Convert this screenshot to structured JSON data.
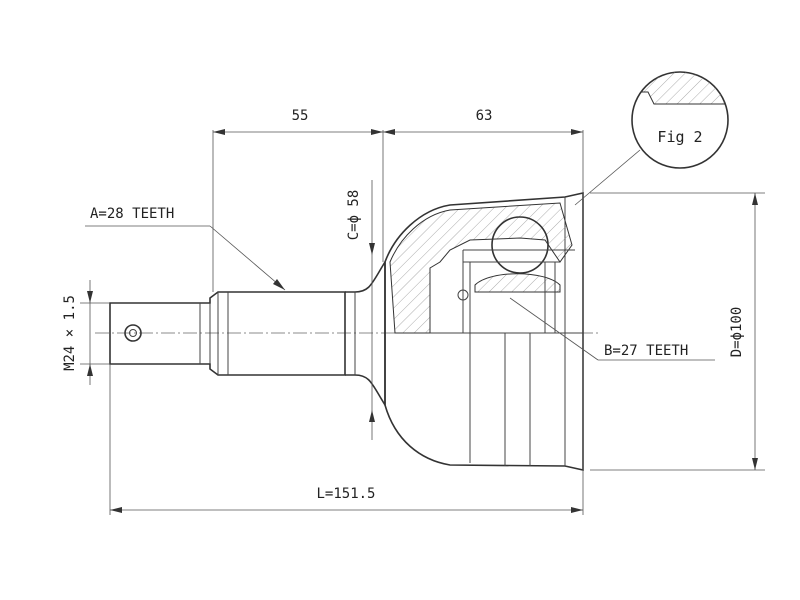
{
  "drawing": {
    "dim_55": "55",
    "dim_63": "63",
    "label_a": "A=28 TEETH",
    "label_b": "B=27 TEETH",
    "label_c": "C=ϕ 58",
    "label_d": "D=ϕ100",
    "label_m": "M24 × 1.5",
    "label_l": "L=151.5",
    "fig_label": "Fig 2"
  }
}
